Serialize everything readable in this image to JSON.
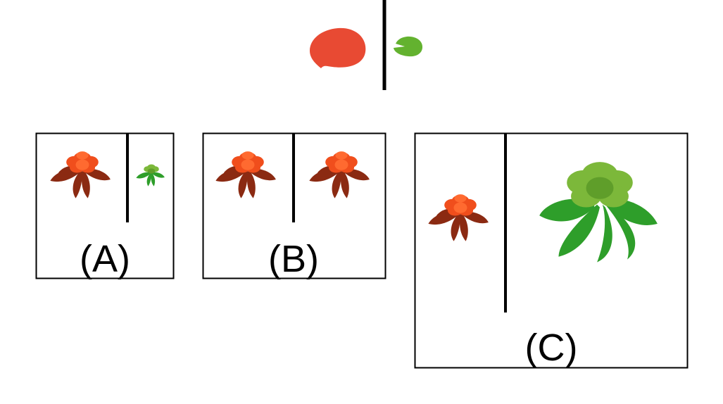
{
  "colors": {
    "red_pad": "#e84a33",
    "green_pad": "#63b22f",
    "red_petal": "#f04e1c",
    "red_petal_light": "#ff6a30",
    "brown_leaf": "#8b2a12",
    "green_petal": "#7cb83a",
    "green_petal_dark": "#5f9e2a",
    "green_leaf": "#2e9e2a",
    "frame": "#000000",
    "divider": "#000000"
  },
  "icons": {
    "top_left": "red-lily-pad-icon",
    "top_right": "green-lily-pad-icon",
    "flower_red": "red-flower-icon",
    "flower_green": "green-flower-icon"
  },
  "panels": {
    "a": {
      "label": "(A)"
    },
    "b": {
      "label": "(B)"
    },
    "c": {
      "label": "(C)"
    }
  }
}
